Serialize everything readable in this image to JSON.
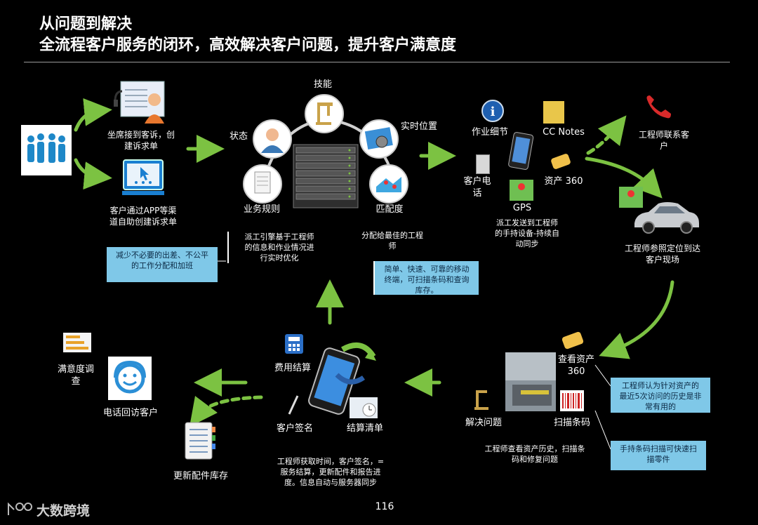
{
  "header": {
    "title_line1": "从问题到解决",
    "title_line2": "全流程客户服务的闭环，高效解决客户问题，提升客户满意度"
  },
  "intake": {
    "agent_label": "坐席接到客诉，创\n建诉求单",
    "app_label": "客户通过APP等渠\n道自助创建诉求单"
  },
  "engine": {
    "skill": "技能",
    "status": "状态",
    "location": "实时位置",
    "rules": "业务规则",
    "match": "匹配度",
    "dispatch_note": "派工引擎基于工程师\n的信息和作业情况进\n行实时优化",
    "best_engineer": "分配给最佳的工程\n师",
    "reduce_box": "减少不必要的出差、不公平\n的工作分配和加班"
  },
  "mobile": {
    "job_detail": "作业细节",
    "cc_notes": "CC Notes",
    "customer_phone": "客户电\n话",
    "asset360": "资产 360",
    "gps": "GPS",
    "dispatch_sync": "派工发送到工程师\n的手持设备-持续自\n动同步",
    "mobile_box": "简单、快速、可靠的移动\n终端，可扫描条码和查询\n库存。"
  },
  "field": {
    "contact_customer": "工程师联系客\n户",
    "navigate": "工程师参照定位到达\n客户现场"
  },
  "onsite": {
    "view_asset": "查看资产\n360",
    "history_box": "工程师认为针对资产的\n最近5次访问的历史是非\n常有用的",
    "solve": "解决问题",
    "scan": "扫描条码",
    "onsite_note": "工程师查看资产历史，扫描条\n码和修复问题",
    "scan_box": "手持条码扫描可快速扫\n描零件"
  },
  "closeout": {
    "fee": "费用结算",
    "signature": "客户签名",
    "statement": "结算清单",
    "closeout_note": "工程师获取时间，客户签名，=\n服务结算，更新配件和报告进\n度。信息自动与服务器同步"
  },
  "followup": {
    "survey": "满意度调\n查",
    "callback": "电话回访客户",
    "inventory": "更新配件库存"
  },
  "footer": {
    "page_number": "116",
    "watermark": "大数跨境"
  },
  "colors": {
    "arrow": "#7cc242",
    "box": "#7fc8e8",
    "background": "#000000"
  }
}
